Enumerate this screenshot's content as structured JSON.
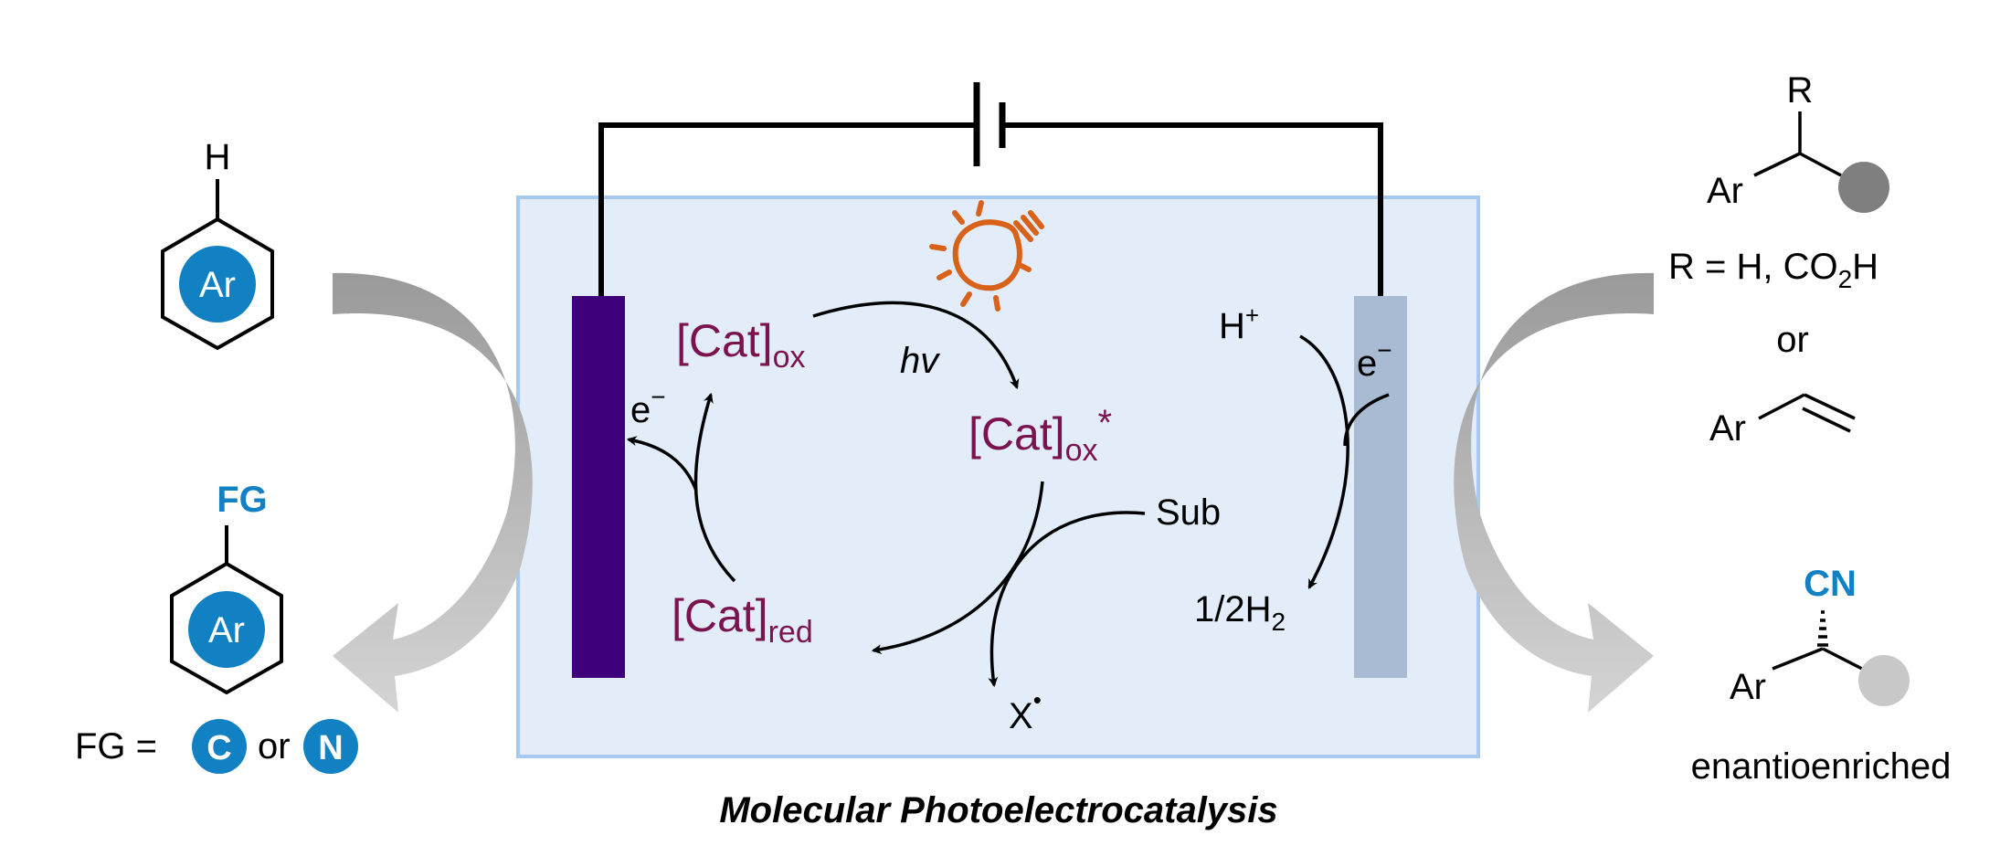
{
  "caption": "Molecular Photoelectrocatalysis",
  "colors": {
    "cell_fill": "#e2edf9",
    "cell_border": "#a8c9ee",
    "anode": "#3f007c",
    "cathode": "#a8bbd2",
    "catalyst_text": "#7a1350",
    "accent_blue": "#1181c3",
    "lamp": "#d9621b",
    "arrow_gray_dark": "#9a9a9a",
    "arrow_gray_light": "#d2d2d2",
    "sphere_dark": "#7f7f7f",
    "sphere_light": "#c8c8c8"
  },
  "left": {
    "substrate_h": "H",
    "substrate_ring": "Ar",
    "product_fg": "FG",
    "product_ring": "Ar",
    "fg_definition": {
      "prefix": "FG =",
      "option1": "C",
      "joiner": "or",
      "option2": "N"
    }
  },
  "cell": {
    "anode_electron": "e",
    "anode_electron_charge": "−",
    "cat_ox": {
      "base": "[Cat]",
      "sub": "ox"
    },
    "cat_ox_star": {
      "base": "[Cat]",
      "sub": "ox",
      "sup": "*"
    },
    "cat_red": {
      "base": "[Cat]",
      "sub": "red"
    },
    "hv": "hv",
    "substrate": "Sub",
    "radical": {
      "base": "X",
      "sup": "•"
    },
    "proton": {
      "base": "H",
      "sup": "+"
    },
    "cathode_electron": "e",
    "cathode_electron_charge": "−",
    "hydrogen": {
      "prefix": "1/2H",
      "sub": "2"
    }
  },
  "right": {
    "substrate_ar": "Ar",
    "substrate_r": "R",
    "r_definition": {
      "text": "R = H, CO",
      "sub": "2",
      "tail": "H"
    },
    "joiner": "or",
    "alkene_ar": "Ar",
    "product_cn": "CN",
    "product_ar": "Ar",
    "product_label": "enantioenriched"
  }
}
